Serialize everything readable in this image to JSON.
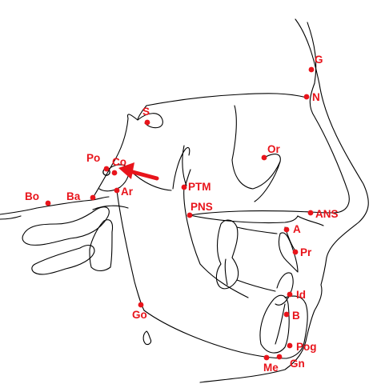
{
  "colors": {
    "line": "#000000",
    "landmark": "#e8141b",
    "background": "#ffffff"
  },
  "landmarks": [
    {
      "id": "G",
      "label": "G"
    },
    {
      "id": "N",
      "label": "N"
    },
    {
      "id": "S",
      "label": "S"
    },
    {
      "id": "Or",
      "label": "Or"
    },
    {
      "id": "Po",
      "label": "Po"
    },
    {
      "id": "Co",
      "label": "Co"
    },
    {
      "id": "Ar",
      "label": "Ar"
    },
    {
      "id": "Ba",
      "label": "Ba"
    },
    {
      "id": "Bo",
      "label": "Bo"
    },
    {
      "id": "PTM",
      "label": "PTM"
    },
    {
      "id": "PNS",
      "label": "PNS"
    },
    {
      "id": "ANS",
      "label": "ANS"
    },
    {
      "id": "A",
      "label": "A"
    },
    {
      "id": "Pr",
      "label": "Pr"
    },
    {
      "id": "Id",
      "label": "Id"
    },
    {
      "id": "B",
      "label": "B"
    },
    {
      "id": "Go",
      "label": "Go"
    },
    {
      "id": "Pog",
      "label": "Pog"
    },
    {
      "id": "Gn",
      "label": "Gn"
    },
    {
      "id": "Me",
      "label": "Me"
    }
  ],
  "annotation": {
    "arrow_target": "Co"
  }
}
